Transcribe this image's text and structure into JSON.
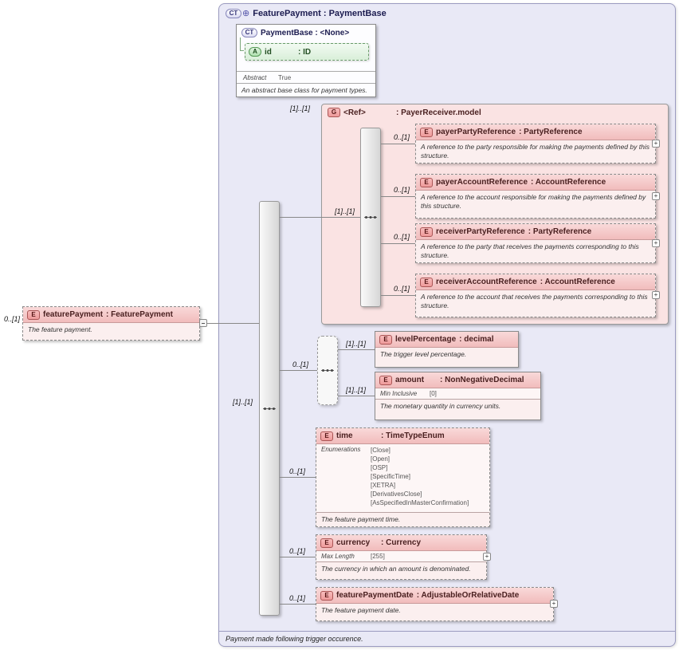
{
  "icons": {
    "plus": "+",
    "derivation": "⊕"
  },
  "root": {
    "badge": "CT",
    "title": "FeaturePayment : PaymentBase",
    "footer": "Payment made following trigger occurence."
  },
  "paymentBase": {
    "badge": "CT",
    "title": "PaymentBase : <None>",
    "attr": {
      "badge": "A",
      "name": "id",
      "type": ": ID"
    },
    "abstractLabel": "Abstract",
    "abstractValue": "True",
    "desc": "An abstract base class for payment types."
  },
  "featurePayment": {
    "badge": "E",
    "card": "0..[1]",
    "name": "featurePayment",
    "type": ": FeaturePayment",
    "desc": "The feature payment."
  },
  "mainSequence": {
    "card": "[1]..[1]"
  },
  "group": {
    "badge": "G",
    "card": "[1]..[1]",
    "name": "<Ref>",
    "type": ": PayerReceiver.model",
    "sequence": {
      "card": "[1]..[1]"
    },
    "children": [
      {
        "badge": "E",
        "card": "0..[1]",
        "name": "payerPartyReference",
        "type": ": PartyReference",
        "desc": "A reference to the party responsible for making the payments defined by this structure."
      },
      {
        "badge": "E",
        "card": "0..[1]",
        "name": "payerAccountReference",
        "type": ": AccountReference",
        "desc": "A reference to the account responsible for making the payments defined by this structure."
      },
      {
        "badge": "E",
        "card": "0..[1]",
        "name": "receiverPartyReference",
        "type": ": PartyReference",
        "desc": "A reference to the party that receives the payments corresponding to this structure."
      },
      {
        "badge": "E",
        "card": "0..[1]",
        "name": "receiverAccountReference",
        "type": ": AccountReference",
        "desc": "A reference to the account that receives the payments corresponding to this structure."
      }
    ]
  },
  "choice": {
    "card": "0..[1]"
  },
  "levelPercentage": {
    "badge": "E",
    "card": "[1]..[1]",
    "name": "levelPercentage",
    "type": ": decimal",
    "desc": "The trigger level percentage."
  },
  "amount": {
    "badge": "E",
    "card": "[1]..[1]",
    "name": "amount",
    "type": ": NonNegativeDecimal",
    "facetLabel": "Min Inclusive",
    "facetValue": "[0]",
    "desc": "The monetary quantity in currency units."
  },
  "time": {
    "badge": "E",
    "card": "0..[1]",
    "name": "time",
    "type": ": TimeTypeEnum",
    "enumLabel": "Enumerations",
    "enums": [
      "[Close]",
      "[Open]",
      "[OSP]",
      "[SpecificTime]",
      "[XETRA]",
      "[DerivativesClose]",
      "[AsSpecifiedInMasterConfirmation]"
    ],
    "desc": "The feature payment time."
  },
  "currency": {
    "badge": "E",
    "card": "0..[1]",
    "name": "currency",
    "type": ": Currency",
    "facetLabel": "Max Length",
    "facetValue": "[255]",
    "desc": "The currency in which an amount is denominated."
  },
  "featurePaymentDate": {
    "badge": "E",
    "card": "0..[1]",
    "name": "featurePaymentDate",
    "type": ": AdjustableOrRelativeDate",
    "desc": "The feature payment date."
  }
}
